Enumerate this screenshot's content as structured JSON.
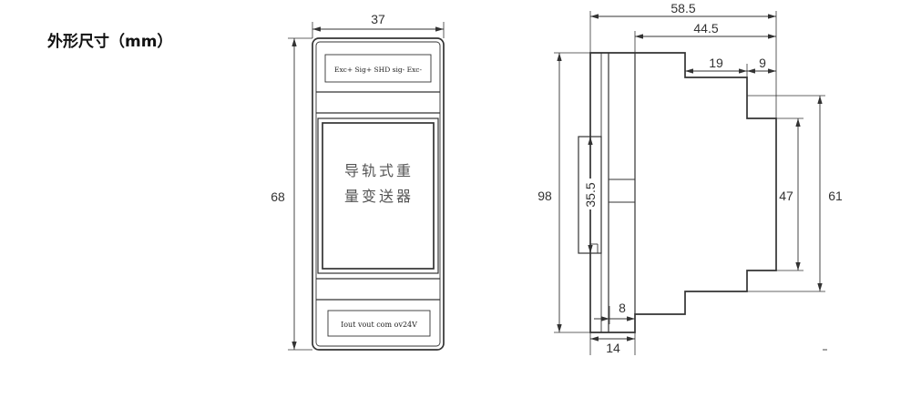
{
  "title": "外形尺寸（mm）",
  "colors": {
    "line": "#333333",
    "background": "#ffffff"
  },
  "front_view": {
    "width_label": "37",
    "height_label": "68",
    "top_terminal_label": "Exc+ Sig+ SHD sig- Exc-",
    "window_text_line1": "导轨式重",
    "window_text_line2": "量变送器",
    "bottom_terminal_label": "Iout vout com ov24V"
  },
  "side_view": {
    "depth_total": "58.5",
    "depth_front": "44.5",
    "step_depth": "19",
    "nose_depth": "9",
    "height_total": "98",
    "rail_width": "35.5",
    "front_face_height": "47",
    "front_block_height": "61",
    "clip_width": "8",
    "base_width": "14"
  }
}
